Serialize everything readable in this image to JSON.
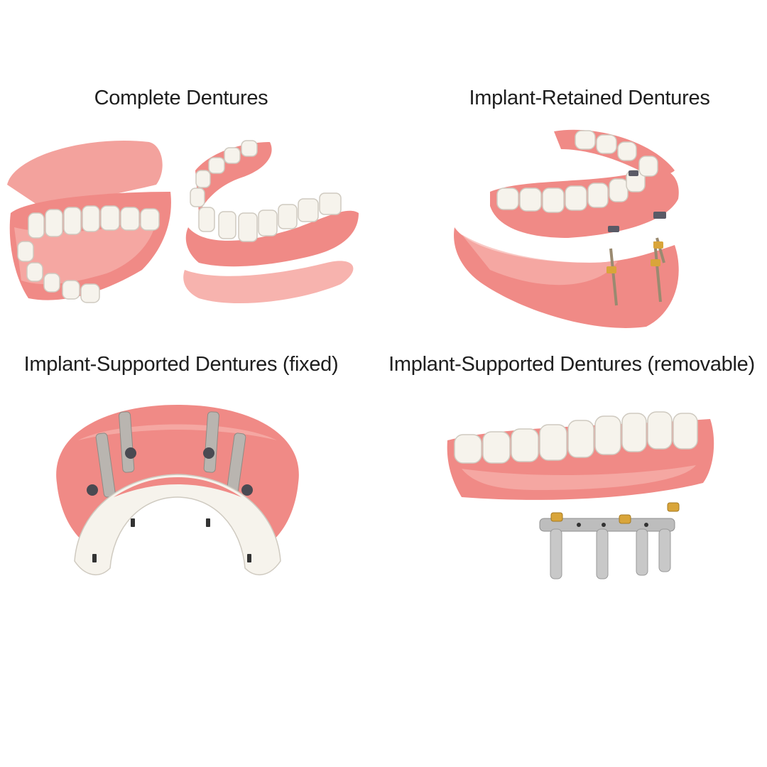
{
  "panels": [
    {
      "title": "Complete Dentures"
    },
    {
      "title": "Implant-Retained Dentures"
    },
    {
      "title": "Implant-Supported Dentures (fixed)"
    },
    {
      "title": "Implant-Supported Dentures (removable)"
    }
  ],
  "colors": {
    "gum": "#f08a86",
    "gum_dark": "#d9605c",
    "gum_light": "#f7b3ae",
    "tooth": "#f6f3ec",
    "tooth_shade": "#d9d5cc",
    "implant_metal": "#a9a9a9",
    "implant_gold": "#d9a53a",
    "attachment_dark": "#4a4a52"
  }
}
